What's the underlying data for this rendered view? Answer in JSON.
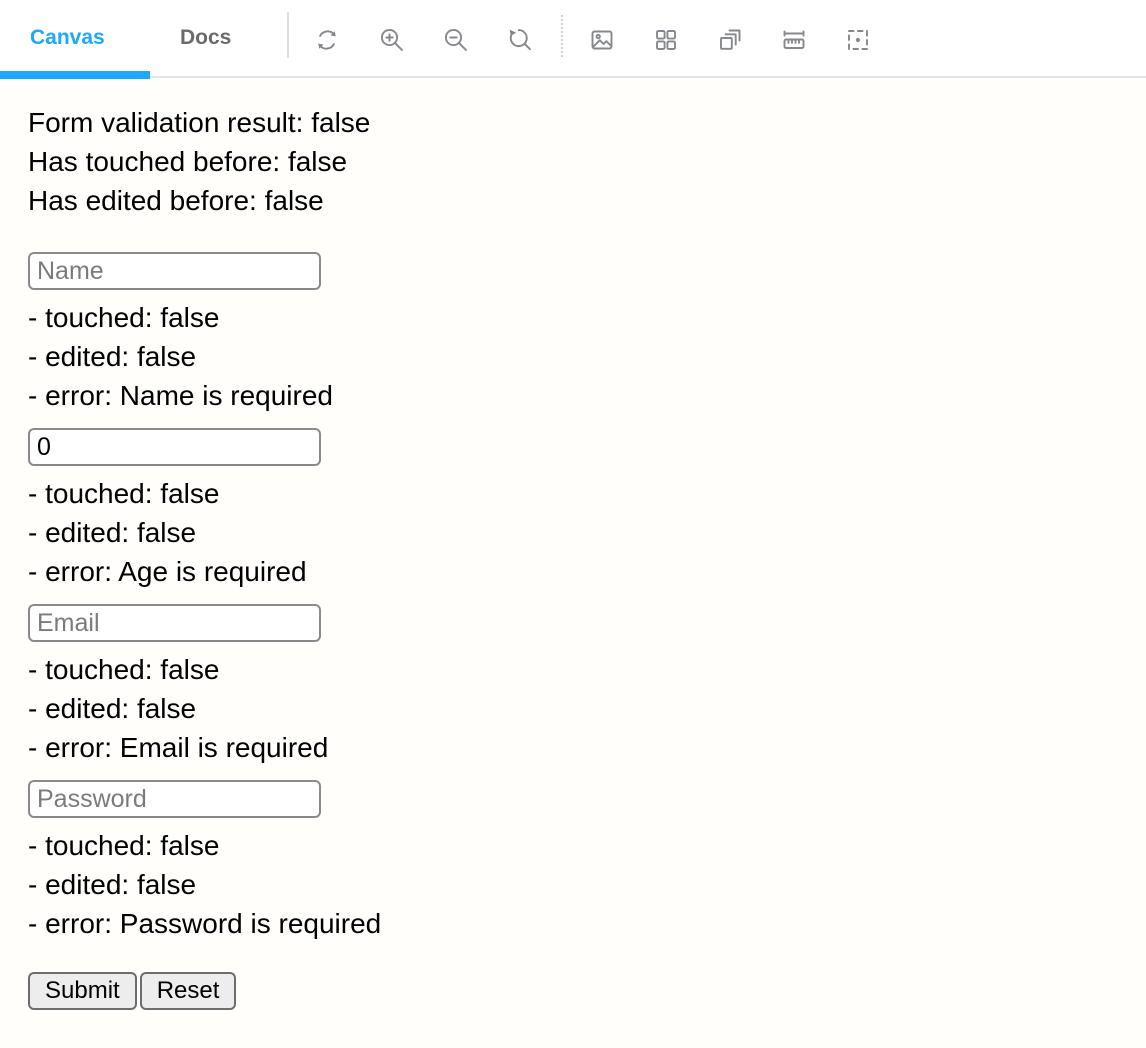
{
  "header": {
    "tabs": [
      {
        "label": "Canvas",
        "active": true
      },
      {
        "label": "Docs",
        "active": false
      }
    ],
    "toolbar_icons": [
      "remount-icon",
      "zoom-in-icon",
      "zoom-out-icon",
      "zoom-reset-icon",
      "background-icon",
      "grid-icon",
      "viewport-icon",
      "measure-icon",
      "outline-icon"
    ]
  },
  "summary": {
    "lines": [
      "Form validation result: false",
      "Has touched before: false",
      "Has edited before: false"
    ]
  },
  "fields": [
    {
      "placeholder": "Name",
      "stats": [
        "- touched: false",
        "- edited: false",
        "- error: Name is required"
      ]
    },
    {
      "value": "0",
      "stats": [
        "- touched: false",
        "- edited: false",
        "- error: Age is required"
      ]
    },
    {
      "placeholder": "Email",
      "stats": [
        "- touched: false",
        "- edited: false",
        "- error: Email is required"
      ]
    },
    {
      "placeholder": "Password",
      "stats": [
        "- touched: false",
        "- edited: false",
        "- error: Password is required"
      ]
    }
  ],
  "actions": {
    "submit_label": "Submit",
    "reset_label": "Reset"
  },
  "colors": {
    "accent_blue": "#1ea7fd",
    "tab_inactive_gray": "#6b6b6b",
    "icon_gray": "#85878c",
    "input_border_gray": "#8a8a8a",
    "button_bg": "#ededed",
    "button_border": "#6d6d6d"
  }
}
